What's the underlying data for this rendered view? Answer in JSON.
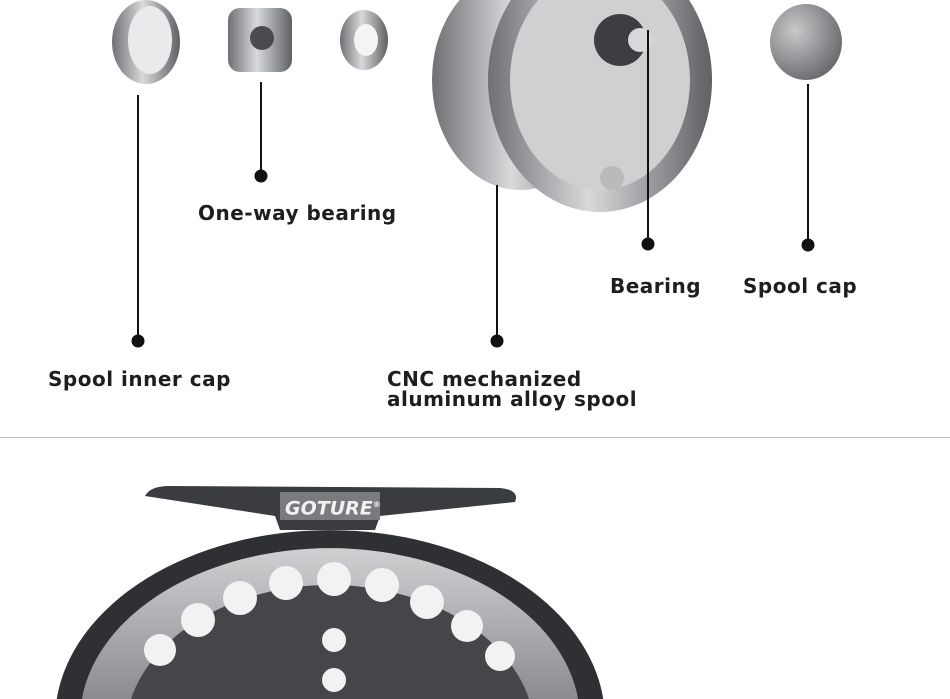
{
  "parts": {
    "one_way_bearing": "One-way bearing",
    "bearing": "Bearing",
    "spool_cap": "Spool cap",
    "spool_inner_cap": "Spool inner cap",
    "spool_line1": "CNC mechanized",
    "spool_line2": "aluminum alloy spool"
  },
  "brand": "GOTURE",
  "brand_mark": "®",
  "colors": {
    "text": "#1e1e1e",
    "metal": "#9a9ca0",
    "dark": "#3a3b3e"
  }
}
